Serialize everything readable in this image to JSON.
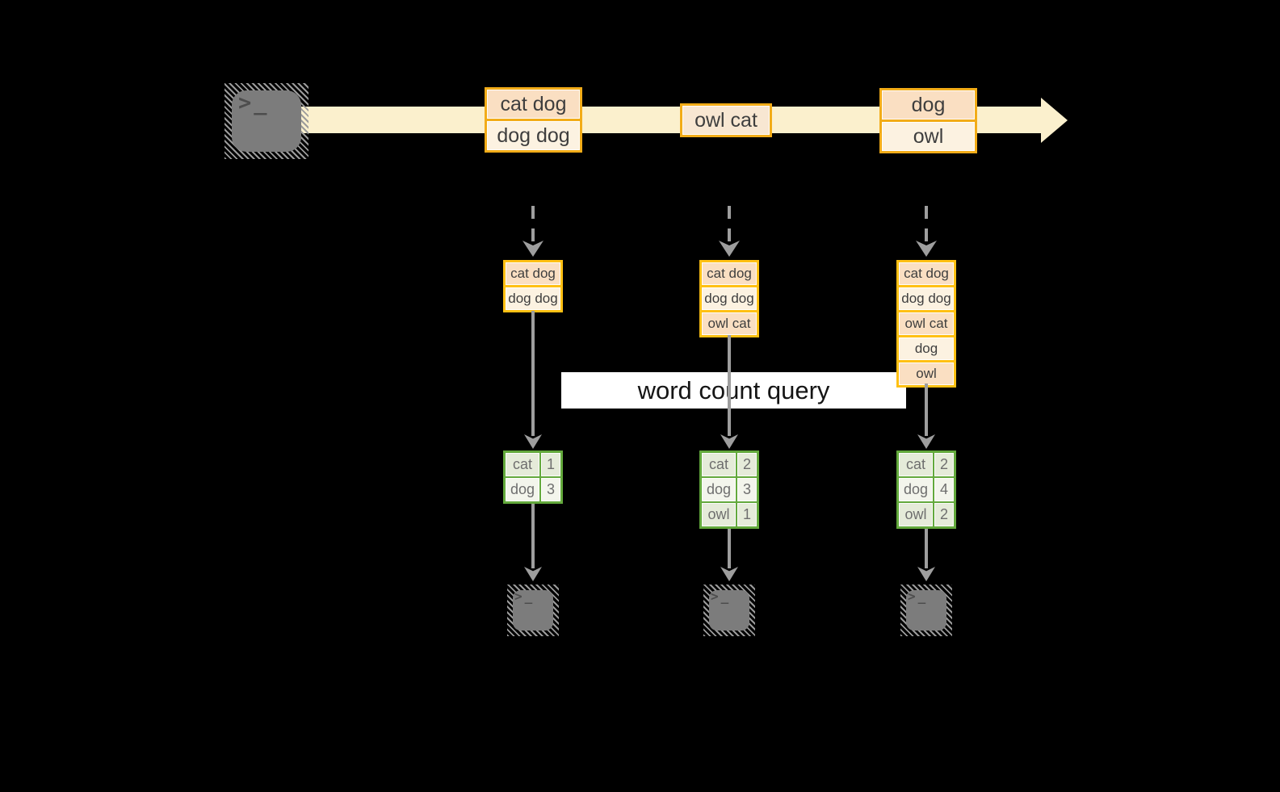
{
  "banner": {
    "label": "word count query"
  },
  "source": {
    "icon": "terminal-icon",
    "glyph": ">_"
  },
  "stream_batches": [
    {
      "cells": [
        "cat dog",
        "dog dog"
      ]
    },
    {
      "cells": [
        "owl cat"
      ]
    },
    {
      "cells": [
        "dog",
        "owl"
      ]
    }
  ],
  "workers": [
    {
      "received": [
        "cat dog",
        "dog dog"
      ],
      "counts": [
        {
          "word": "cat",
          "count": 1
        },
        {
          "word": "dog",
          "count": 3
        }
      ],
      "sink": {
        "icon": "terminal-icon",
        "glyph": ">_"
      }
    },
    {
      "received": [
        "cat dog",
        "dog dog",
        "owl cat"
      ],
      "counts": [
        {
          "word": "cat",
          "count": 2
        },
        {
          "word": "dog",
          "count": 3
        },
        {
          "word": "owl",
          "count": 1
        }
      ],
      "sink": {
        "icon": "terminal-icon",
        "glyph": ">_"
      }
    },
    {
      "received": [
        "cat dog",
        "dog dog",
        "owl cat",
        "dog",
        "owl"
      ],
      "counts": [
        {
          "word": "cat",
          "count": 2
        },
        {
          "word": "dog",
          "count": 4
        },
        {
          "word": "owl",
          "count": 2
        }
      ],
      "sink": {
        "icon": "terminal-icon",
        "glyph": ">_"
      }
    }
  ],
  "colors": {
    "amber": "#F2AC18",
    "amber2": "#FFC013",
    "band": "#FBF0CD",
    "peach": "#FADFC2",
    "cream": "#FCF2E1",
    "green": "#63A93C",
    "gray": "#9E9E9E"
  }
}
